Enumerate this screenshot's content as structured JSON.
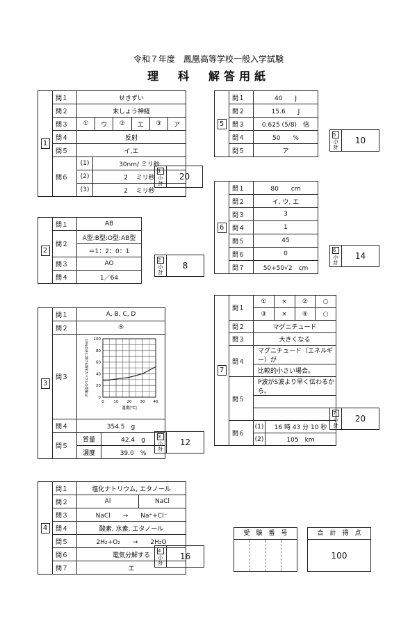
{
  "header": {
    "line1": "令和７年度　鳳凰高等学校一般入学試験",
    "line2": "理　科　解答用紙"
  },
  "s1": {
    "num": "1",
    "rows": [
      {
        "q": "問１",
        "a": "せきずい"
      },
      {
        "q": "問２",
        "a": "末しょう神経"
      },
      {
        "q": "問３",
        "cells": [
          "①",
          "ウ",
          "②",
          "エ",
          "③",
          "ア"
        ]
      },
      {
        "q": "問４",
        "a": "反射"
      },
      {
        "q": "問５",
        "a": "イ,エ"
      }
    ],
    "q6": {
      "q": "問６",
      "sub": [
        {
          "n": "(1)",
          "a": "30nm/ ミリ秒"
        },
        {
          "n": "(2)",
          "a": "2　 ミリ秒"
        },
        {
          "n": "(3)",
          "a": "2　 ミリ秒"
        }
      ]
    },
    "subtotal": "20"
  },
  "s2": {
    "num": "2",
    "rows": [
      {
        "q": "問１",
        "a": "AB"
      },
      {
        "q": "問２",
        "a1": "A型:B型:O型:AB型",
        "a2": "＝1：2：0：1"
      },
      {
        "q": "問３",
        "a": "AO"
      },
      {
        "q": "問４",
        "a": "1／64"
      }
    ],
    "subtotal": "8"
  },
  "s3": {
    "num": "3",
    "q1": {
      "q": "問１",
      "a": "A, B, C, D"
    },
    "q2": {
      "q": "問２",
      "a": "⑤"
    },
    "q3": {
      "q": "問３"
    },
    "q4": {
      "q": "問４",
      "a": "354.5　g"
    },
    "q5": {
      "q": "問５",
      "r1l": "質量",
      "r1v": "42.4　g",
      "r2l": "濃度",
      "r2v": "39.0　%"
    },
    "subtotal": "12"
  },
  "chart_data": {
    "type": "line",
    "xlabel": "温度[℃]",
    "ylabel": "100gの水に溶ける塩化カリウムの質量[g]",
    "xticks": [
      "0",
      "10",
      "20",
      "30",
      "40"
    ],
    "yticks": [
      "0",
      "20",
      "40",
      "60",
      "80",
      "100"
    ],
    "xlim": [
      0,
      40
    ],
    "ylim": [
      0,
      100
    ],
    "x": [
      0,
      10,
      20,
      30,
      40
    ],
    "y": [
      28,
      31,
      34,
      40,
      52
    ],
    "grid": true
  },
  "s4": {
    "num": "4",
    "rows": [
      {
        "q": "問１",
        "a": "塩化ナトリウム, エタノール"
      },
      {
        "q": "問２",
        "cells": [
          "Al",
          "NaCl"
        ]
      },
      {
        "q": "問３",
        "a": "NaCl　　→　　Na⁺+Cl⁻"
      },
      {
        "q": "問４",
        "a": "酸素, 水素, エタノール"
      },
      {
        "q": "問５",
        "a": "2H₂+O₂　　→　　2H₂O"
      },
      {
        "q": "問６",
        "a": "電気分解する"
      },
      {
        "q": "問７",
        "a": "エ"
      }
    ],
    "subtotal": "16"
  },
  "s5": {
    "num": "5",
    "rows": [
      {
        "q": "問１",
        "a": "40　　J"
      },
      {
        "q": "問２",
        "a": "15.6　　J"
      },
      {
        "q": "問３",
        "a": "0.625 (5/8)　倍"
      },
      {
        "q": "問４",
        "a": "50　　%"
      },
      {
        "q": "問５",
        "a": "ア"
      }
    ],
    "subtotal": "10"
  },
  "s6": {
    "num": "6",
    "rows": [
      {
        "q": "問１",
        "a": "80　　cm"
      },
      {
        "q": "問２",
        "a": "イ, ウ, エ"
      },
      {
        "q": "問３",
        "a": "3"
      },
      {
        "q": "問４",
        "a": "1"
      },
      {
        "q": "問５",
        "a": "45"
      },
      {
        "q": "問６",
        "a": "0"
      },
      {
        "q": "問７",
        "a": "50+50√2　cm"
      }
    ],
    "subtotal": "14"
  },
  "s7": {
    "num": "7",
    "q1": {
      "q": "問１",
      "r1": [
        "①",
        "×",
        "②",
        "○"
      ],
      "r2": [
        "③",
        "×",
        "④",
        "○"
      ]
    },
    "q2": {
      "q": "問２",
      "a": "マグニチュード"
    },
    "q3": {
      "q": "問３",
      "a": "大きくなる"
    },
    "q4": {
      "q": "問４",
      "l1": "マグニチュード（エネルギー）が",
      "l2": "比較的小さい場合。"
    },
    "q5": {
      "q": "問５",
      "l1": "P波がS波より早く伝わるから。"
    },
    "q6": {
      "q": "問６",
      "s1n": "(1)",
      "s1": "16 時 43 分 10 秒",
      "s2n": "(2)",
      "s2": "105　km"
    },
    "subtotal": "20"
  },
  "shoukei_label": [
    "小",
    "計"
  ],
  "exam_no": {
    "label": "受　験　番　号"
  },
  "total": {
    "label": "合　計　得　点",
    "value": "100"
  }
}
